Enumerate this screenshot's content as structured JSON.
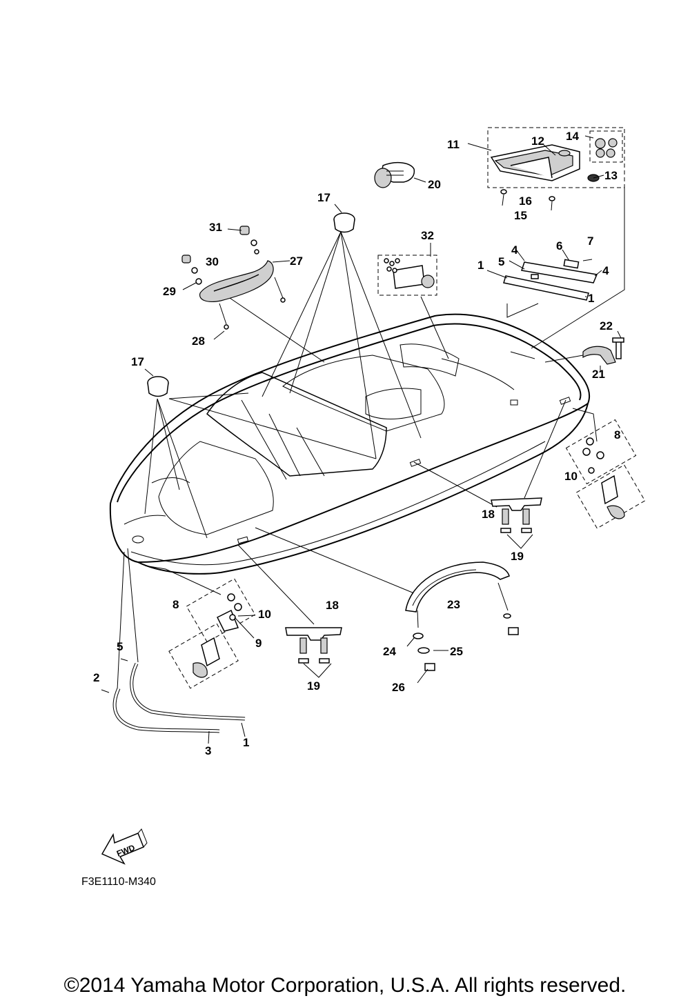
{
  "diagram": {
    "callouts": [
      "1",
      "2",
      "3",
      "4",
      "5",
      "6",
      "7",
      "8",
      "9",
      "10",
      "11",
      "12",
      "13",
      "14",
      "15",
      "16",
      "17",
      "18",
      "19",
      "20",
      "21",
      "22",
      "23",
      "24",
      "25",
      "26",
      "27",
      "28",
      "29",
      "30",
      "31",
      "32"
    ],
    "fwd_label": "FWD",
    "drawing_code": "F3E1110-M340"
  },
  "footer": {
    "copyright": "©2014 Yamaha Motor Corporation, U.S.A. All rights reserved."
  }
}
